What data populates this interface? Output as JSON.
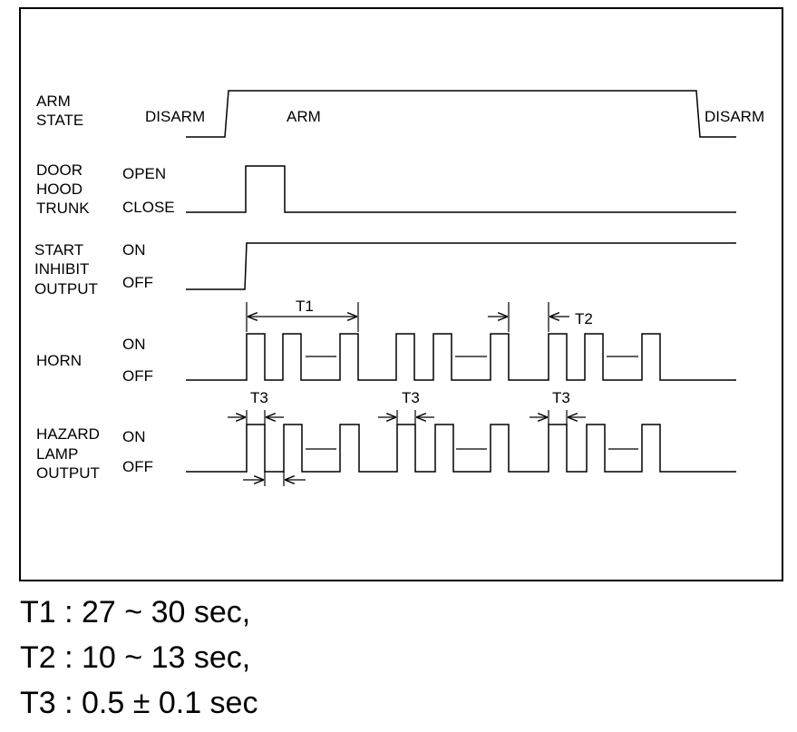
{
  "signals": [
    {
      "id": "arm",
      "label_lines": [
        "ARM",
        "STATE"
      ],
      "states": [
        "DISARM",
        "ARM",
        "DISARM"
      ]
    },
    {
      "id": "door",
      "label_lines": [
        "DOOR",
        "HOOD",
        "TRUNK"
      ],
      "states": [
        "OPEN",
        "CLOSE"
      ]
    },
    {
      "id": "start",
      "label_lines": [
        "START",
        "INHIBIT",
        "OUTPUT"
      ],
      "states": [
        "ON",
        "OFF"
      ]
    },
    {
      "id": "horn",
      "label_lines": [
        "HORN"
      ],
      "states": [
        "ON",
        "OFF"
      ]
    },
    {
      "id": "hazard",
      "label_lines": [
        "HAZARD",
        "LAMP",
        "OUTPUT"
      ],
      "states": [
        "ON",
        "OFF"
      ]
    }
  ],
  "timing_labels": {
    "t1": "T1",
    "t2": "T2",
    "t3": "T3"
  },
  "notes": [
    "T1 : 27 ~ 30 sec,",
    "T2 : 10 ~ 13 sec,",
    "T3 : 0.5 ± 0.1 sec"
  ]
}
